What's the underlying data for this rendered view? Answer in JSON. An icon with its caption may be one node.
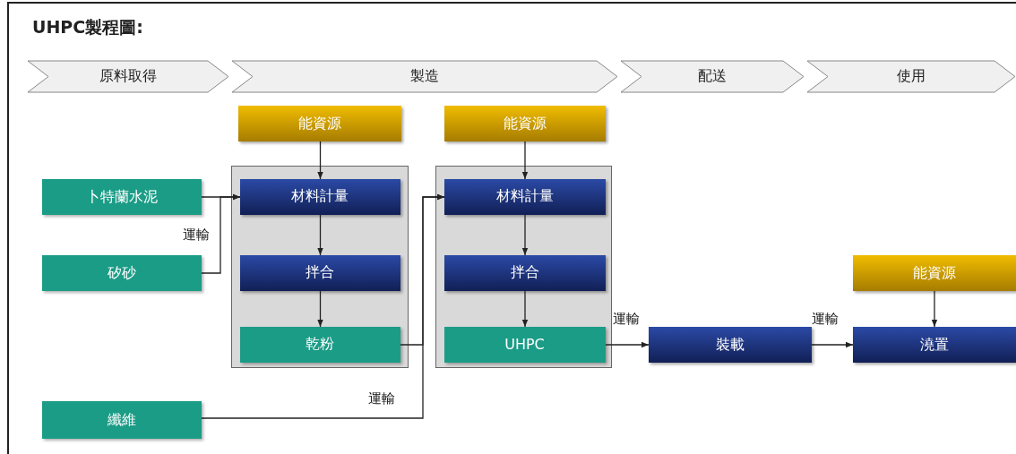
{
  "diagram": {
    "title": "UHPC製程圖:",
    "nodes": [
      {
        "text": [
          "原料取得"
        ]
      },
      {
        "text": [
          "製造"
        ]
      },
      {
        "text": [
          "配送"
        ]
      },
      {
        "text": [
          "使用"
        ]
      },
      {
        "text": [
          "能資源"
        ]
      },
      {
        "text": [
          "能資源"
        ]
      },
      {
        "text": [
          "卜特蘭水泥"
        ]
      },
      {
        "text": [
          "矽砂"
        ]
      },
      {
        "text": [],
        "shape": "box"
      },
      {
        "text": [
          "材料計量"
        ],
        "in": 8
      },
      {
        "text": [
          "拌合"
        ],
        "in": 8
      },
      {
        "text": [
          "乾粉"
        ],
        "in": 8
      },
      {
        "text": [],
        "shape": "box"
      },
      {
        "text": [
          "材料計量"
        ],
        "in": 12
      },
      {
        "text": [
          "拌合"
        ],
        "in": 12
      },
      {
        "text": [
          "UHPC"
        ],
        "in": 12
      },
      {
        "text": [
          "纖維"
        ]
      },
      {
        "text": [
          "裝載"
        ]
      },
      {
        "text": [
          "能資源"
        ]
      },
      {
        "text": [
          "澆置"
        ]
      }
    ],
    "edges": [
      {
        "from": 4,
        "to": 9,
        "arrow": "to"
      },
      {
        "from": 6,
        "to": 9,
        "arrow": "to"
      },
      {
        "from": 7,
        "to": 9,
        "arrow": "to",
        "label": "運輸"
      },
      {
        "from": 9,
        "to": 10,
        "arrow": "to"
      },
      {
        "from": 10,
        "to": 11,
        "arrow": "to"
      },
      {
        "from": 5,
        "to": 13,
        "arrow": "to"
      },
      {
        "from": 11,
        "to": 13,
        "arrow": "to"
      },
      {
        "from": 16,
        "to": 13,
        "arrow": "to",
        "label": "運輸"
      },
      {
        "from": 13,
        "to": 14,
        "arrow": "to"
      },
      {
        "from": 14,
        "to": 15,
        "arrow": "to"
      },
      {
        "from": 15,
        "to": 17,
        "arrow": "to",
        "label": "運輸"
      },
      {
        "from": 17,
        "to": 19,
        "arrow": "to",
        "label": "運輸"
      },
      {
        "from": 18,
        "to": 19,
        "arrow": "to"
      }
    ]
  }
}
